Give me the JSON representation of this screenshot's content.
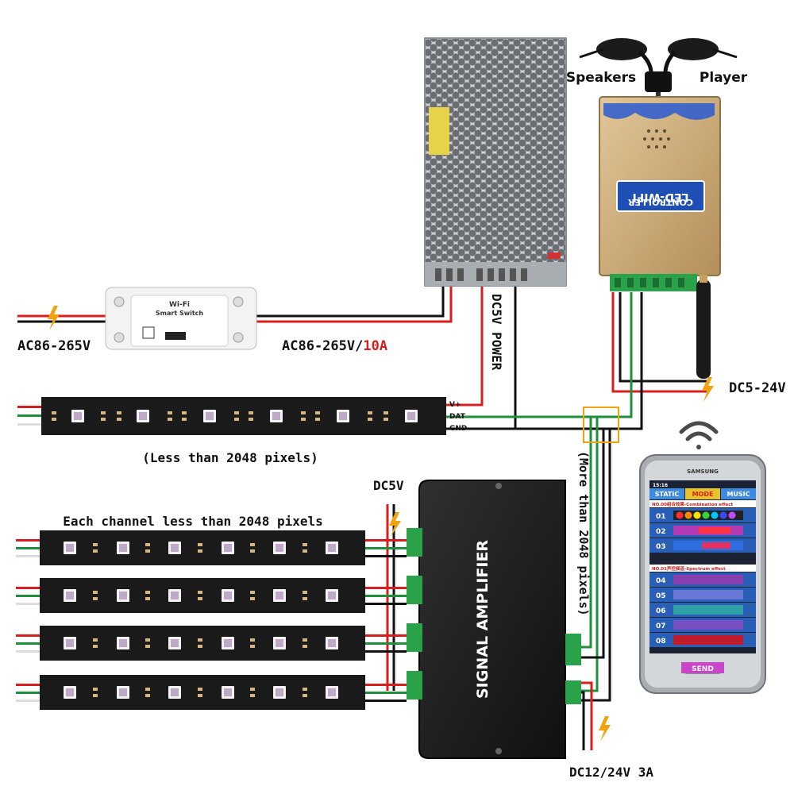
{
  "labels": {
    "speakers": "Speakers",
    "player": "Player",
    "ac_in": "AC86-265V",
    "ac_out_prefix": "AC86-265V/",
    "ac_out_current": "10A",
    "dc5v_power": "DC5V POWER",
    "dc5_24v": "DC5-24V",
    "less_2048": "(Less than 2048 pixels)",
    "more_2048": "(More than 2048 pixels)",
    "dc5v": "DC5V",
    "each_channel": "Each channel less than 2048 pixels",
    "dc12_24v": "DC12/24V 3A",
    "signal_amplifier": "SIGNAL AMPLIFIER"
  },
  "wifi_switch": {
    "title": "Wi-Fi",
    "subtitle": "Smart Switch"
  },
  "controller": {
    "line1": "LED-WIFI",
    "line2": "CONTROLLER"
  },
  "strip_pins": {
    "vplus": "V+",
    "dat": "DAT",
    "gnd": "GND"
  },
  "phone": {
    "brand": "SAMSUNG",
    "time": "15:16",
    "tabs": [
      "STATIC",
      "MODE",
      "MUSIC"
    ],
    "section1": "NO.00组合效果-Combination effect",
    "section2": "NO.01声控频道-Spectrum effect",
    "rows1": [
      "01",
      "02",
      "03"
    ],
    "rows2": [
      "04",
      "05",
      "06",
      "07",
      "08"
    ],
    "send": "SEND"
  },
  "colors": {
    "wire_red": "#d81e1e",
    "wire_green": "#1e8f3a",
    "wire_black": "#111111",
    "strip": "#1a1a1a",
    "controller_gold": "#c9a877",
    "controller_blue": "#1e4fb5",
    "amp": "#1c1c1c",
    "bolt": "#f2a20c",
    "terminal": "#2aa24a"
  }
}
